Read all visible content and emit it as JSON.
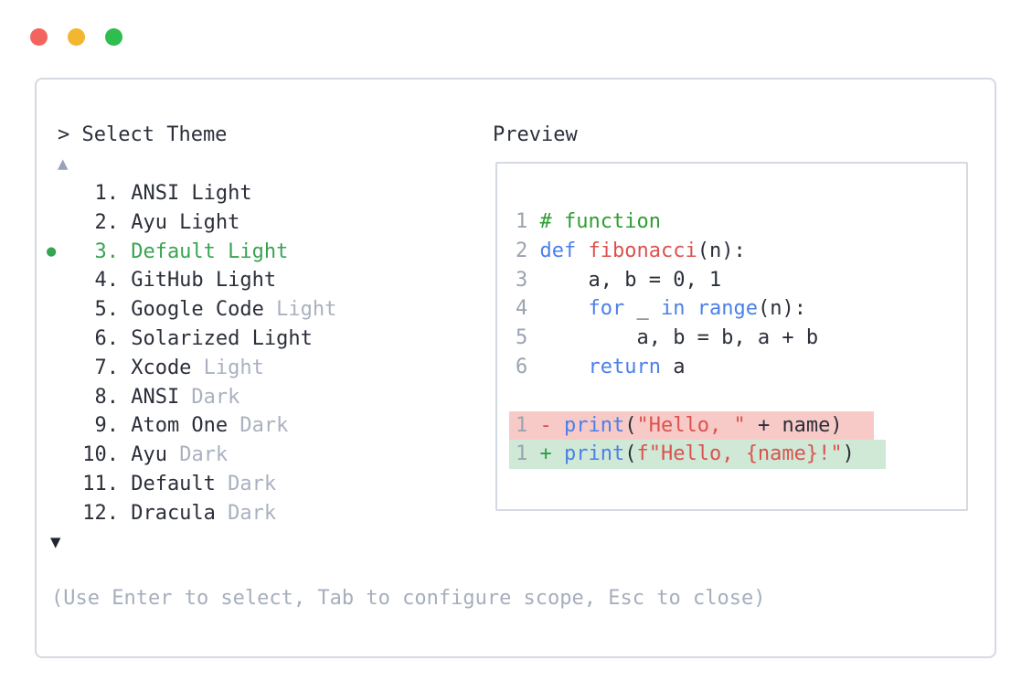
{
  "window": {
    "controls": [
      "close",
      "minimize",
      "maximize"
    ]
  },
  "picker": {
    "prompt": "> Select Theme",
    "scroll_up_symbol": "▲",
    "scroll_down_symbol": "▼",
    "selected_marker": "●",
    "items": [
      {
        "num": "1.",
        "main": "ANSI Light",
        "dim": "",
        "selected": false
      },
      {
        "num": "2.",
        "main": "Ayu Light",
        "dim": "",
        "selected": false
      },
      {
        "num": "3.",
        "main": "Default Light",
        "dim": "",
        "selected": true
      },
      {
        "num": "4.",
        "main": "GitHub Light",
        "dim": "",
        "selected": false
      },
      {
        "num": "5.",
        "main": "Google Code",
        "dim": " Light",
        "selected": false
      },
      {
        "num": "6.",
        "main": "Solarized Light",
        "dim": "",
        "selected": false
      },
      {
        "num": "7.",
        "main": "Xcode",
        "dim": " Light",
        "selected": false
      },
      {
        "num": "8.",
        "main": "ANSI",
        "dim": " Dark",
        "selected": false
      },
      {
        "num": "9.",
        "main": "Atom One",
        "dim": " Dark",
        "selected": false
      },
      {
        "num": "10.",
        "main": "Ayu",
        "dim": " Dark",
        "selected": false
      },
      {
        "num": "11.",
        "main": "Default",
        "dim": " Dark",
        "selected": false
      },
      {
        "num": "12.",
        "main": "Dracula",
        "dim": " Dark",
        "selected": false
      }
    ],
    "hint": "(Use Enter to select, Tab to configure scope, Esc to close)"
  },
  "preview": {
    "title": "Preview",
    "code_lines": [
      {
        "num": "1",
        "diff": "",
        "tokens": [
          {
            "t": "# function",
            "c": "comment"
          }
        ]
      },
      {
        "num": "2",
        "diff": "",
        "tokens": [
          {
            "t": "def",
            "c": "kw"
          },
          {
            "t": " ",
            "c": "plain"
          },
          {
            "t": "fibonacci",
            "c": "fn"
          },
          {
            "t": "(n):",
            "c": "plain"
          }
        ]
      },
      {
        "num": "3",
        "diff": "",
        "tokens": [
          {
            "t": "    a, b = 0, 1",
            "c": "plain"
          }
        ]
      },
      {
        "num": "4",
        "diff": "",
        "tokens": [
          {
            "t": "    ",
            "c": "plain"
          },
          {
            "t": "for",
            "c": "kw"
          },
          {
            "t": " _ ",
            "c": "plain"
          },
          {
            "t": "in",
            "c": "kw"
          },
          {
            "t": " ",
            "c": "plain"
          },
          {
            "t": "range",
            "c": "kw"
          },
          {
            "t": "(n):",
            "c": "plain"
          }
        ]
      },
      {
        "num": "5",
        "diff": "",
        "tokens": [
          {
            "t": "        a, b = b, a + b",
            "c": "plain"
          }
        ]
      },
      {
        "num": "6",
        "diff": "",
        "tokens": [
          {
            "t": "    ",
            "c": "plain"
          },
          {
            "t": "return",
            "c": "kw"
          },
          {
            "t": " a",
            "c": "plain"
          }
        ]
      },
      {
        "num": "",
        "diff": "",
        "tokens": []
      },
      {
        "num": "1",
        "diff": "del",
        "tokens": [
          {
            "t": "- ",
            "c": "minus"
          },
          {
            "t": "print",
            "c": "kw"
          },
          {
            "t": "(",
            "c": "plain"
          },
          {
            "t": "\"Hello, \"",
            "c": "str"
          },
          {
            "t": " + name)",
            "c": "plain"
          }
        ]
      },
      {
        "num": "1",
        "diff": "ins",
        "tokens": [
          {
            "t": "+ ",
            "c": "plus"
          },
          {
            "t": "print",
            "c": "kw"
          },
          {
            "t": "(",
            "c": "plain"
          },
          {
            "t": "f\"Hello, {name}!\"",
            "c": "str"
          },
          {
            "t": ")",
            "c": "plain"
          }
        ]
      }
    ]
  },
  "colors": {
    "accent_green": "#36a552",
    "keyword_blue": "#4a80ea",
    "string_red": "#dc524e",
    "comment_green": "#2f9e33",
    "plus_green": "#2f9e44",
    "minus_red": "#dc524e",
    "text_dark": "#2b2f3a",
    "text_dim": "#a9b1c0",
    "line_number": "#9aa3af",
    "del_bg": "#f7cac7",
    "ins_bg": "#cfe9d6",
    "border": "#d5d9e1",
    "hint": "#a6aebd",
    "arrow_up": "#98a3b5",
    "arrow_down": "#21252f",
    "traffic_red": "#f4645e",
    "traffic_yellow": "#f2b62f",
    "traffic_green": "#2ebd4e"
  }
}
